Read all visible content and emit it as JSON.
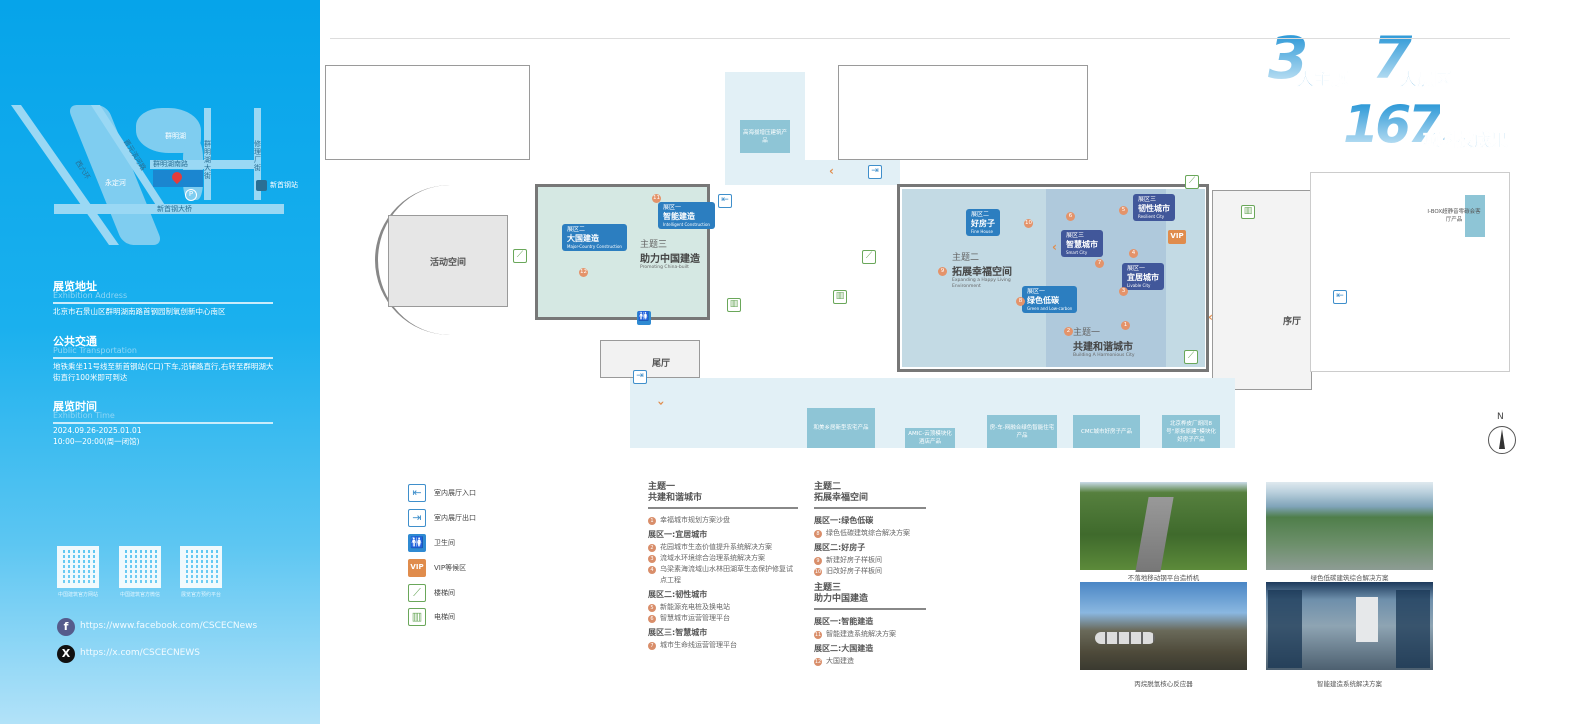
{
  "map": {
    "lake": "群明湖",
    "river": "永定河",
    "road_west6": "西六环",
    "road_binhe": "晋元滨河路",
    "road_south": "群明湖南路",
    "road_avenue": "群明湖大街",
    "road_xiuli": "修理厂街",
    "bridge": "新首钢大桥",
    "station": "新首钢站",
    "parking": "P"
  },
  "info": {
    "address": {
      "title": "展览地址",
      "en": "Exhibition Address",
      "body": "北京市石景山区群明湖南路首钢园制氧创新中心南区"
    },
    "transport": {
      "title": "公共交通",
      "en": "Public Transportation",
      "body": "地铁乘坐11号线至新首钢站(C口)下车,沿辅路直行,右转至群明湖大街直行100米即可到达"
    },
    "time": {
      "title": "展览时间",
      "en": "Exhibition Time",
      "dates": "2024.09.26-2025.01.01",
      "hours": "10:00—20:00(周一闭馆)"
    }
  },
  "qr": [
    "中国建筑官方网站",
    "中国建筑官方微信",
    "展览官方预约平台"
  ],
  "social": [
    {
      "icon": "facebook-icon",
      "url": "https://www.facebook.com/CSCECNews"
    },
    {
      "icon": "x-icon",
      "url": "https://x.com/CSCECNEWS"
    }
  ],
  "stats": {
    "n1": "3",
    "t1": "大主题",
    "n2": "7",
    "t2": "大展区",
    "n3": "167",
    "t3": "项科技成果"
  },
  "plan": {
    "activity": "活动空间",
    "tail": "尾厅",
    "prelude": "序厅",
    "compass": "N",
    "altitude": "高海拔增压建筑产品",
    "ibox": "I-BOX超静音零碳会客厅产品",
    "bottom": [
      "和美乡居新型农宅产品",
      "AMIC-云顶模块化酒店产品",
      "房-车-网融合绿色智能住宅产品",
      "CMC城市好房子产品",
      "北京桦皮厂胡同8号“原拆原建”模块化好房子产品"
    ],
    "theme3": {
      "k": "主题三",
      "t": "助力中国建造",
      "en": "Promoting China-built"
    },
    "theme2": {
      "k": "主题二",
      "t": "拓展幸福空间",
      "en": "Expanding a Happy Living Environment"
    },
    "theme1": {
      "k": "主题一",
      "t": "共建和谐城市",
      "en": "Building A Harmonious City"
    },
    "callouts": [
      {
        "k": "展区二",
        "t": "大国建造",
        "en": "Major-Country Construction"
      },
      {
        "k": "展区一",
        "t": "智能建造",
        "en": "Intelligent Construction"
      },
      {
        "k": "展区二",
        "t": "好房子",
        "en": "Fine House"
      },
      {
        "k": "展区三",
        "t": "智慧城市",
        "en": "Smart City"
      },
      {
        "k": "展区三",
        "t": "韧性城市",
        "en": "Resilient City"
      },
      {
        "k": "展区一",
        "t": "宜居城市",
        "en": "Livable City"
      },
      {
        "k": "展区一",
        "t": "绿色低碳",
        "en": "Green and Low-carbon"
      }
    ],
    "vip": "VIP"
  },
  "legend": [
    "室内展厅入口",
    "室内展厅出口",
    "卫生间",
    "VIP等候区",
    "楼梯间",
    "电梯间"
  ],
  "themes": {
    "t1": {
      "k": "主题一",
      "t": "共建和谐城市",
      "i1": "幸福城市规划方案沙盘",
      "z1": "展区一:宜居城市",
      "i2": "花园城市生态价值提升系统解决方案",
      "i3": "流域水环境综合治理系统解决方案",
      "i4": "乌梁素海流域山水林田湖草生态保护修复试点工程",
      "z2": "展区二:韧性城市",
      "i5": "新能源充电桩及换电站",
      "i6": "智慧城市运营管理平台",
      "z3": "展区三:智慧城市",
      "i7": "城市生命线运营管理平台"
    },
    "t2": {
      "k": "主题二",
      "t": "拓展幸福空间",
      "z1": "展区一:绿色低碳",
      "i8": "绿色低碳建筑综合解决方案",
      "z2": "展区二:好房子",
      "i9": "新建好房子样板间",
      "i10": "旧改好房子样板间"
    },
    "t3": {
      "k": "主题三",
      "t": "助力中国建造",
      "z1": "展区一:智能建造",
      "i11": "智能建造系统解决方案",
      "z2": "展区二:大国建造",
      "i12": "大国建造"
    }
  },
  "photos": [
    "不落地移动钢平台造桥机",
    "绿色低碳建筑综合解决方案",
    "丙烷脱氢核心反应器",
    "智能建造系统解决方案"
  ]
}
